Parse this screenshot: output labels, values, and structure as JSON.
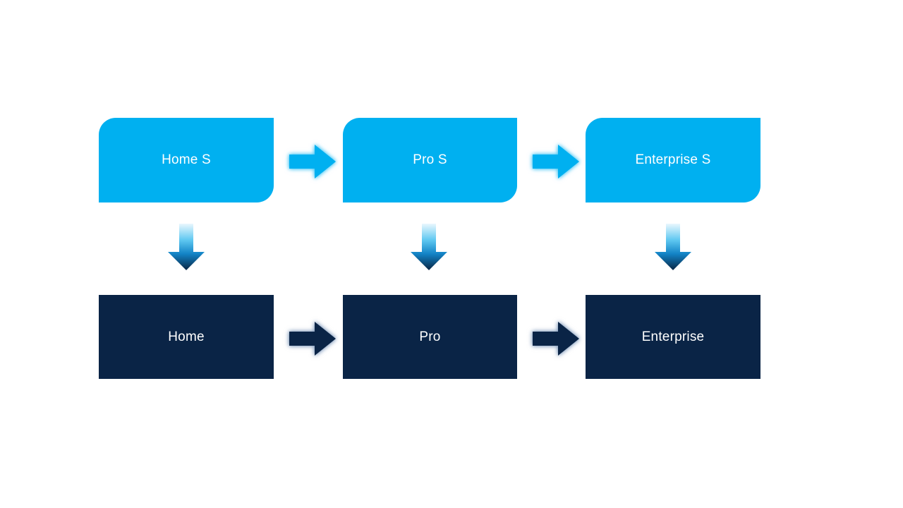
{
  "slide": {
    "background": "#FFFFFF",
    "columns": [
      {
        "top_label": "Home S",
        "bottom_label": "Home"
      },
      {
        "top_label": "Pro S",
        "bottom_label": "Pro"
      },
      {
        "top_label": "Enterprise S",
        "bottom_label": "Enterprise"
      }
    ],
    "colors": {
      "light_blue": "#00B0F0",
      "dark_navy": "#0A2446",
      "label_text": "#FFFFFF",
      "glow_light": "rgba(0,176,240,0.55)",
      "glow_dark": "rgba(105,135,175,0.65)",
      "grad_top": "#EAF7FE",
      "grad_mid": "#5FC8F1",
      "grad_lower": "#1283C6",
      "grad_bottom": "#0A2543"
    },
    "icons": {
      "horizontal_connector": "right-arrow-icon",
      "vertical_connector": "down-arrow-icon"
    }
  }
}
